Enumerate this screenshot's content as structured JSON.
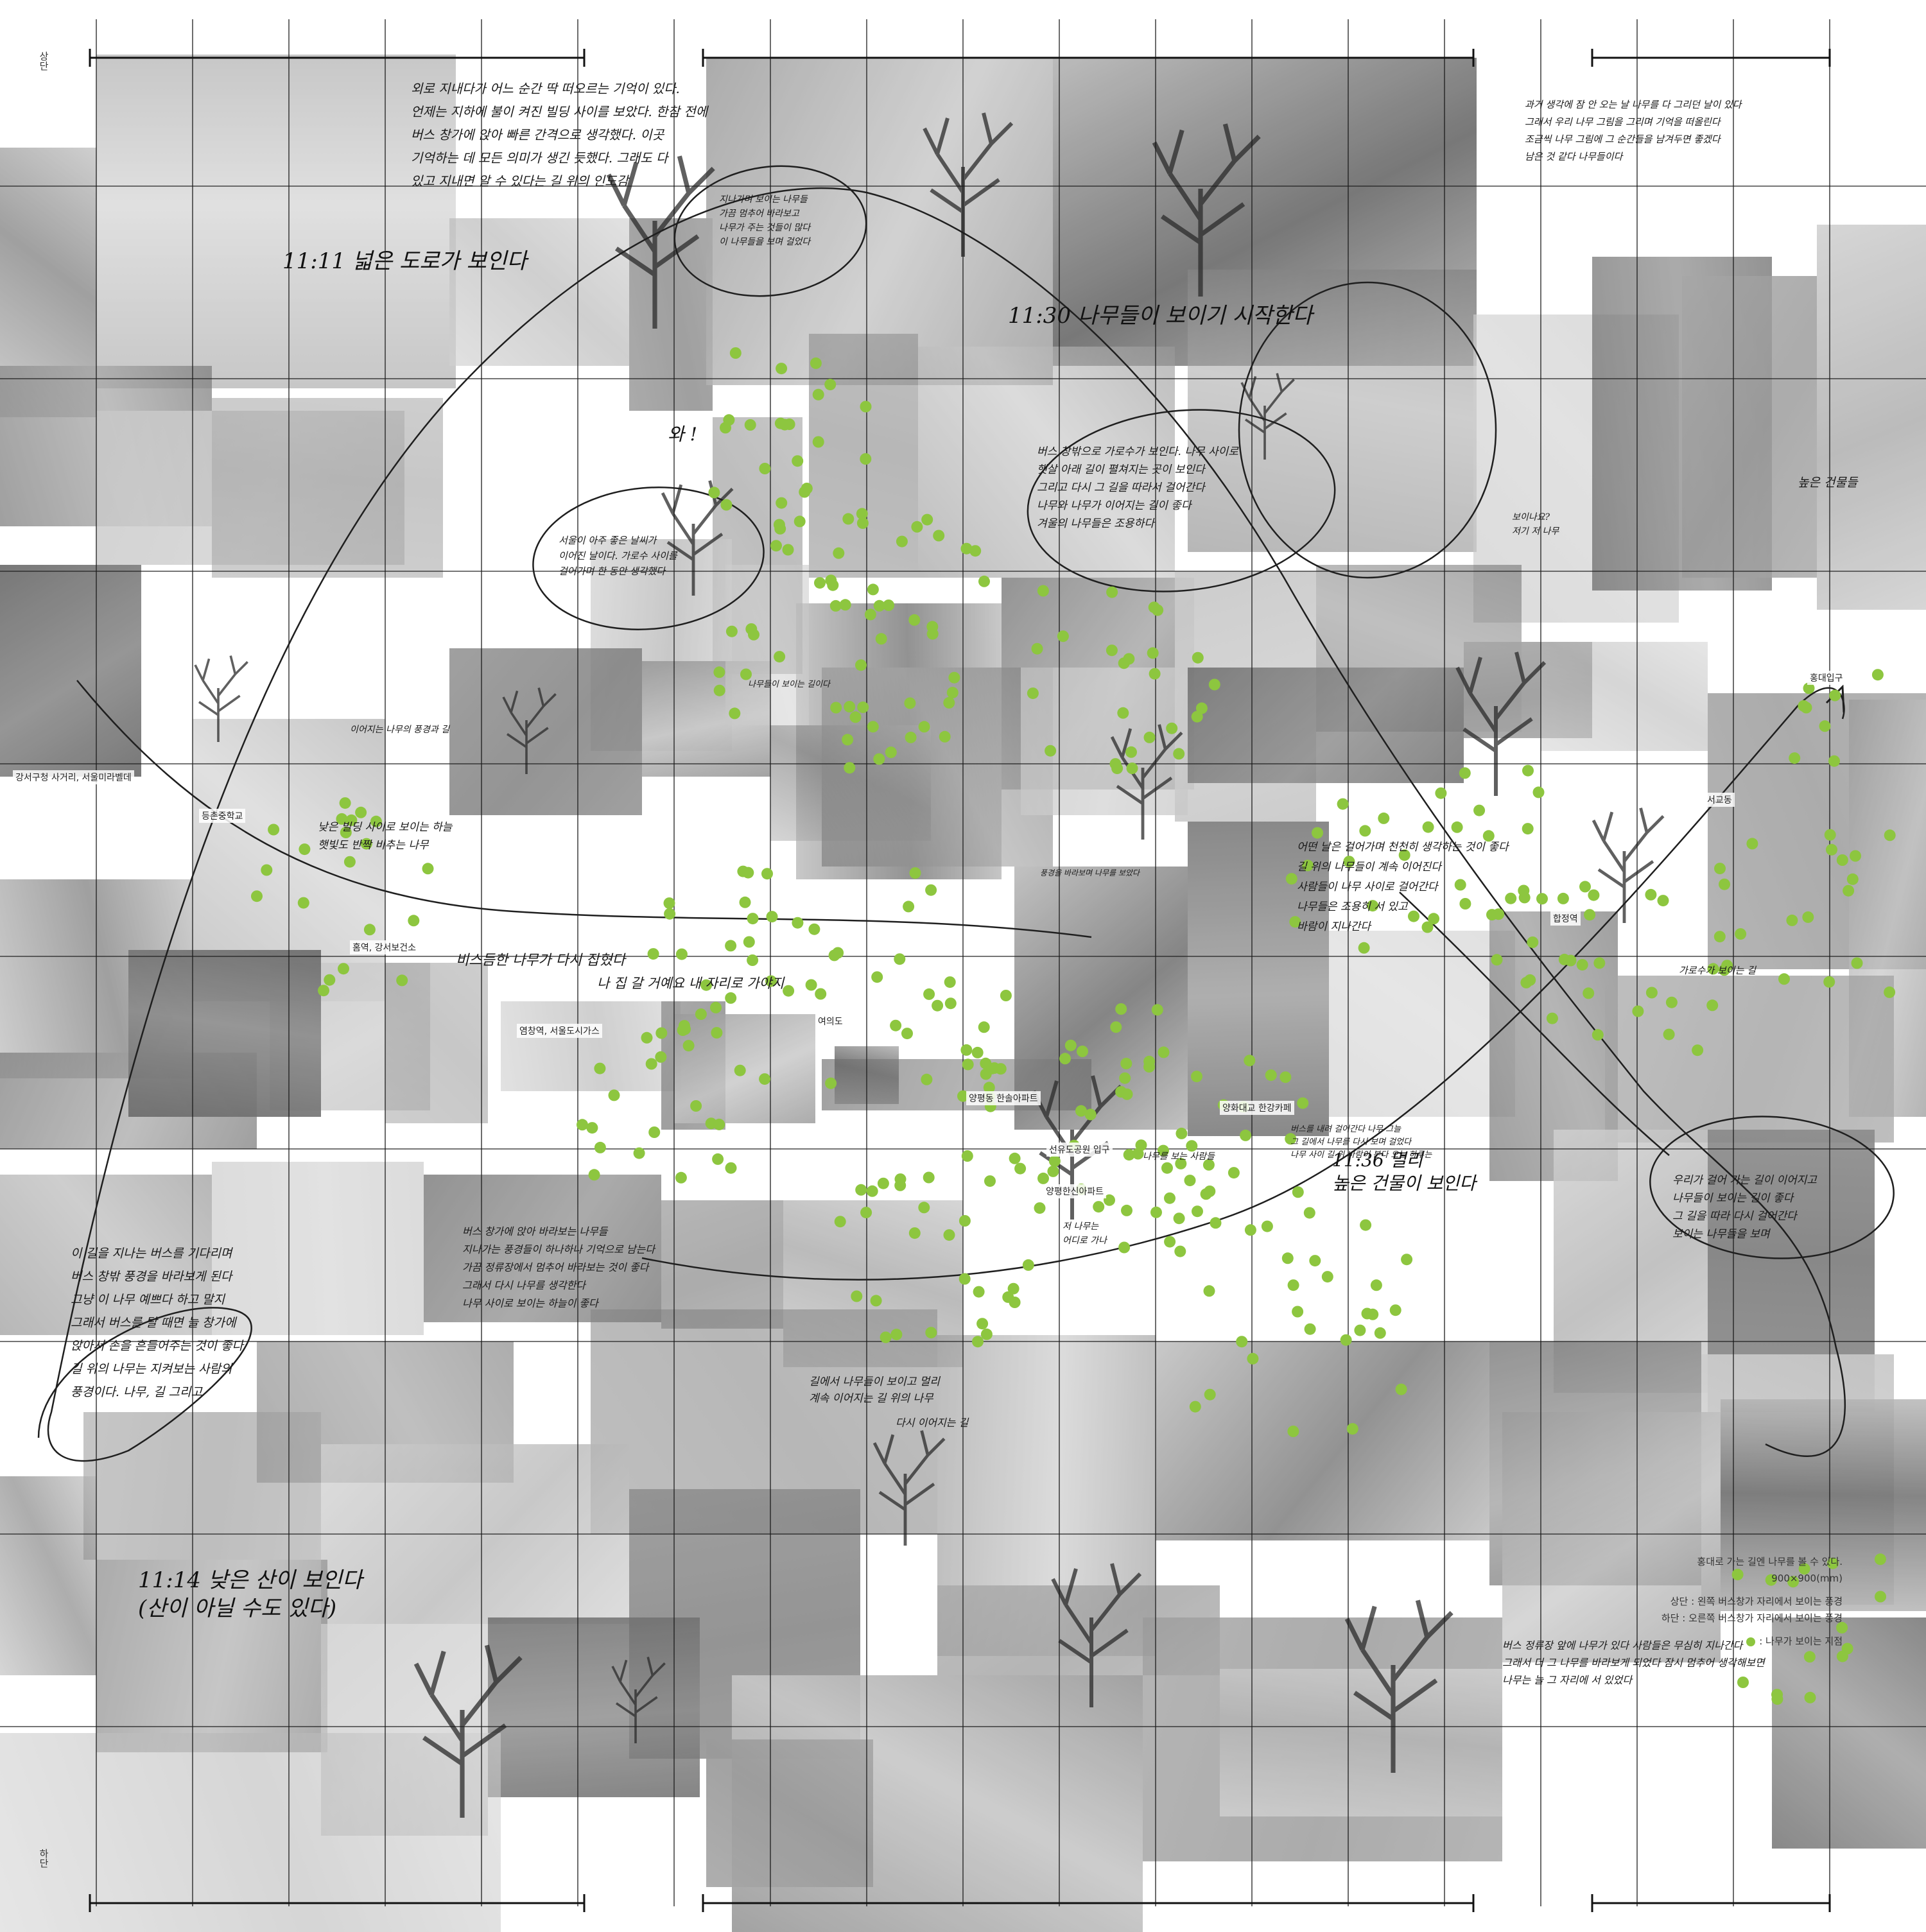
{
  "palette": {
    "dot_color": "#8dc63f",
    "grid_color": "#1a1a1a",
    "photo_tones": [
      "#9a9a9a",
      "#b5b5b5",
      "#7d7d7d",
      "#c8c8c8",
      "#6b6b6b",
      "#a7a7a7",
      "#d2d2d2",
      "#8c8c8c"
    ]
  },
  "corner_marks": {
    "top_left": "상단",
    "bottom_left": "하단"
  },
  "time_notes": [
    {
      "id": "t1111",
      "text": "11:11  넓은 도로가 보인다"
    },
    {
      "id": "t1130",
      "text": "11:30  나무들이 보이기 시작한다"
    },
    {
      "id": "t1136",
      "text": "11:36 멀리\n  높은 건물이 보인다"
    },
    {
      "id": "t1114",
      "text": "11:14  낮은 산이 보인다\n(산이 아닐 수도 있다)"
    },
    {
      "id": "wow",
      "text": "와 !"
    }
  ],
  "notes": [
    {
      "id": "n1",
      "text": "외로 지내다가 어느 순간 딱 떠오르는 기억이 있다.\n언제는 지하에 불이 켜진 빌딩 사이를 보았다. 한참 전에\n버스 창가에 앉아 빠른 간격으로 생각했다. 이곳\n기억하는 데 모든 의미가 생긴 듯했다. 그래도 다\n있고 지내면 알 수 있다는 길 위의 인도감"
    },
    {
      "id": "n2",
      "text": "지나가며 보이는 나무들\n가끔 멈추어 바라보고\n나무가 주는 것들이 많다\n이 나무들을 보며 걸었다"
    },
    {
      "id": "n3",
      "text": "서울이 아주 좋은 날씨가\n이어진 날이다. 가로수 사이를\n걸어가며 한 동안 생각했다"
    },
    {
      "id": "n4",
      "text": "버스 창밖으로 가로수가 보인다. 나무 사이로\n햇살 아래 길이 펼쳐지는 곳이 보인다\n그리고 다시 그 길을 따라서 걸어간다\n나무와 나무가 이어지는 길이 좋다\n겨울의 나무들은 조용하다"
    },
    {
      "id": "n5",
      "text": "과거 생각에 잠 안 오는 날 나무를 다 그리던 날이 있다\n그래서 우리 나무 그림을 그리며 기억을 떠올린다\n조금씩 나무 그림에 그 순간들을 남겨두면 좋겠다\n남은 것 같다 나무들이다"
    },
    {
      "id": "n6",
      "text": "어떤 날은 걸어가며 천천히 생각하는 것이 좋다\n길 위의 나무들이 계속 이어진다\n사람들이 나무 사이로 걸어간다\n나무들은 조용히 서 있고\n바람이 지나간다"
    },
    {
      "id": "n7",
      "text": "버스 창가에 앉아 바라보는 나무들\n지나가는 풍경들이 하나하나 기억으로 남는다\n가끔 정류장에서 멈추어 바라보는 것이 좋다\n그래서 다시 나무를 생각한다\n나무 사이로 보이는 하늘이 좋다"
    },
    {
      "id": "n8",
      "text": "이 길을 지나는 버스를 기다리며\n버스 창밖 풍경을 바라보게 된다\n그냥 이 나무 예쁘다 하고 말지\n그래서 버스를 탈 때면 늘 창가에\n앉아서 손을 흔들어주는 것이 좋다\n길 위의 나무는 지켜보는 사람의\n풍경이다. 나무, 길 그리고"
    },
    {
      "id": "n9",
      "text": "길에서 나무들이 보이고 멀리\n계속 이어지는 길 위의 나무"
    },
    {
      "id": "n10",
      "text": "우리가 걸어 가는 길이 이어지고\n나무들이 보이는 길이 좋다\n그 길을 따라 다시 걸어간다\n보이는 나무들을 보며"
    },
    {
      "id": "n11",
      "text": "버스를 내려 걸어간다 나무 그늘\n그 길에서 나무를 다시 보며 걸었다\n나무 사이 길 위 바람이 분다 오늘 하루는"
    },
    {
      "id": "n12",
      "text": "버스 정류장 앞에 나무가 있다 사람들은 무심히 지나간다\n그래서 더 그 나무를 바라보게 되었다 잠시 멈추어 생각해보면\n나무는 늘 그 자리에 서 있었다"
    }
  ],
  "short_notes": [
    {
      "id": "s1",
      "text": "낮은 빌딩 사이로 보이는 하늘\n햇빛도 반짝 비추는 나무"
    },
    {
      "id": "s2",
      "text": "비스듬한 나무가 다시 잡혔다"
    },
    {
      "id": "s3",
      "text": "나 집 갈 거예요 내 자리로 가야지"
    },
    {
      "id": "s4",
      "text": "나무들이 보이는 길이다"
    },
    {
      "id": "s5",
      "text": "이어지는 나무의 풍경과 길"
    },
    {
      "id": "s6",
      "text": "보이나요?\n저기 저 나무"
    },
    {
      "id": "s7",
      "text": "높은 건물들"
    },
    {
      "id": "s8",
      "text": "나무를 보는 사람들"
    },
    {
      "id": "s9",
      "text": "풍경을 바라보며 나무를 보았다"
    },
    {
      "id": "s10",
      "text": "저 나무는\n어디로 가나"
    },
    {
      "id": "s11",
      "text": "가로수가 보이는 길"
    },
    {
      "id": "s12",
      "text": "다시 이어지는 길"
    }
  ],
  "place_labels": [
    {
      "id": "p1",
      "text": "강서구청 사거리, 서울미라벨데"
    },
    {
      "id": "p2",
      "text": "등촌중학교"
    },
    {
      "id": "p3",
      "text": "홈역, 강서보건소"
    },
    {
      "id": "p4",
      "text": "염창역, 서울도시가스"
    },
    {
      "id": "p5",
      "text": "선유도공원 입구"
    },
    {
      "id": "p6",
      "text": "양평동 한솔아파트"
    },
    {
      "id": "p7",
      "text": "양평한신아파트"
    },
    {
      "id": "p8",
      "text": "양화대교 한강카페"
    },
    {
      "id": "p9",
      "text": "합정역"
    },
    {
      "id": "p10",
      "text": "서교동"
    },
    {
      "id": "p11",
      "text": "홍대입구"
    },
    {
      "id": "p12",
      "text": "여의도"
    }
  ],
  "legend": {
    "title": "홍대로 가는 길엔 나무를 볼 수 있다.",
    "size": "900×900(mm)",
    "top_row": "상단 : 왼쪽 버스창가 자리에서 보이는 풍경",
    "bottom_row": "하단 : 오른쪽 버스창가 자리에서 보이는 풍경",
    "dot_label": ": 나무가 보이는 지점"
  }
}
